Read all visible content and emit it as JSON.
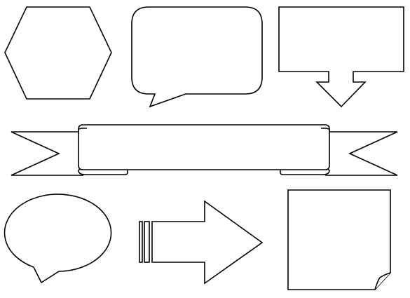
{
  "canvas": {
    "background_color": "#ffffff",
    "stroke_color": "#000000",
    "fill_color": "#ffffff"
  },
  "shapes": [
    {
      "name": "hexagon-shape",
      "kind": "hexagon"
    },
    {
      "name": "rounded-speech-bubble-shape",
      "kind": "rounded rectangle speech bubble"
    },
    {
      "name": "arrow-callout-box-shape",
      "kind": "rectangle callout with down arrow"
    },
    {
      "name": "ribbon-banner-shape",
      "kind": "ribbon banner with forked tails"
    },
    {
      "name": "oval-speech-bubble-shape",
      "kind": "oval speech bubble"
    },
    {
      "name": "striped-right-arrow-shape",
      "kind": "striped block arrow pointing right"
    },
    {
      "name": "folded-corner-note-shape",
      "kind": "square note with folded corner"
    }
  ]
}
